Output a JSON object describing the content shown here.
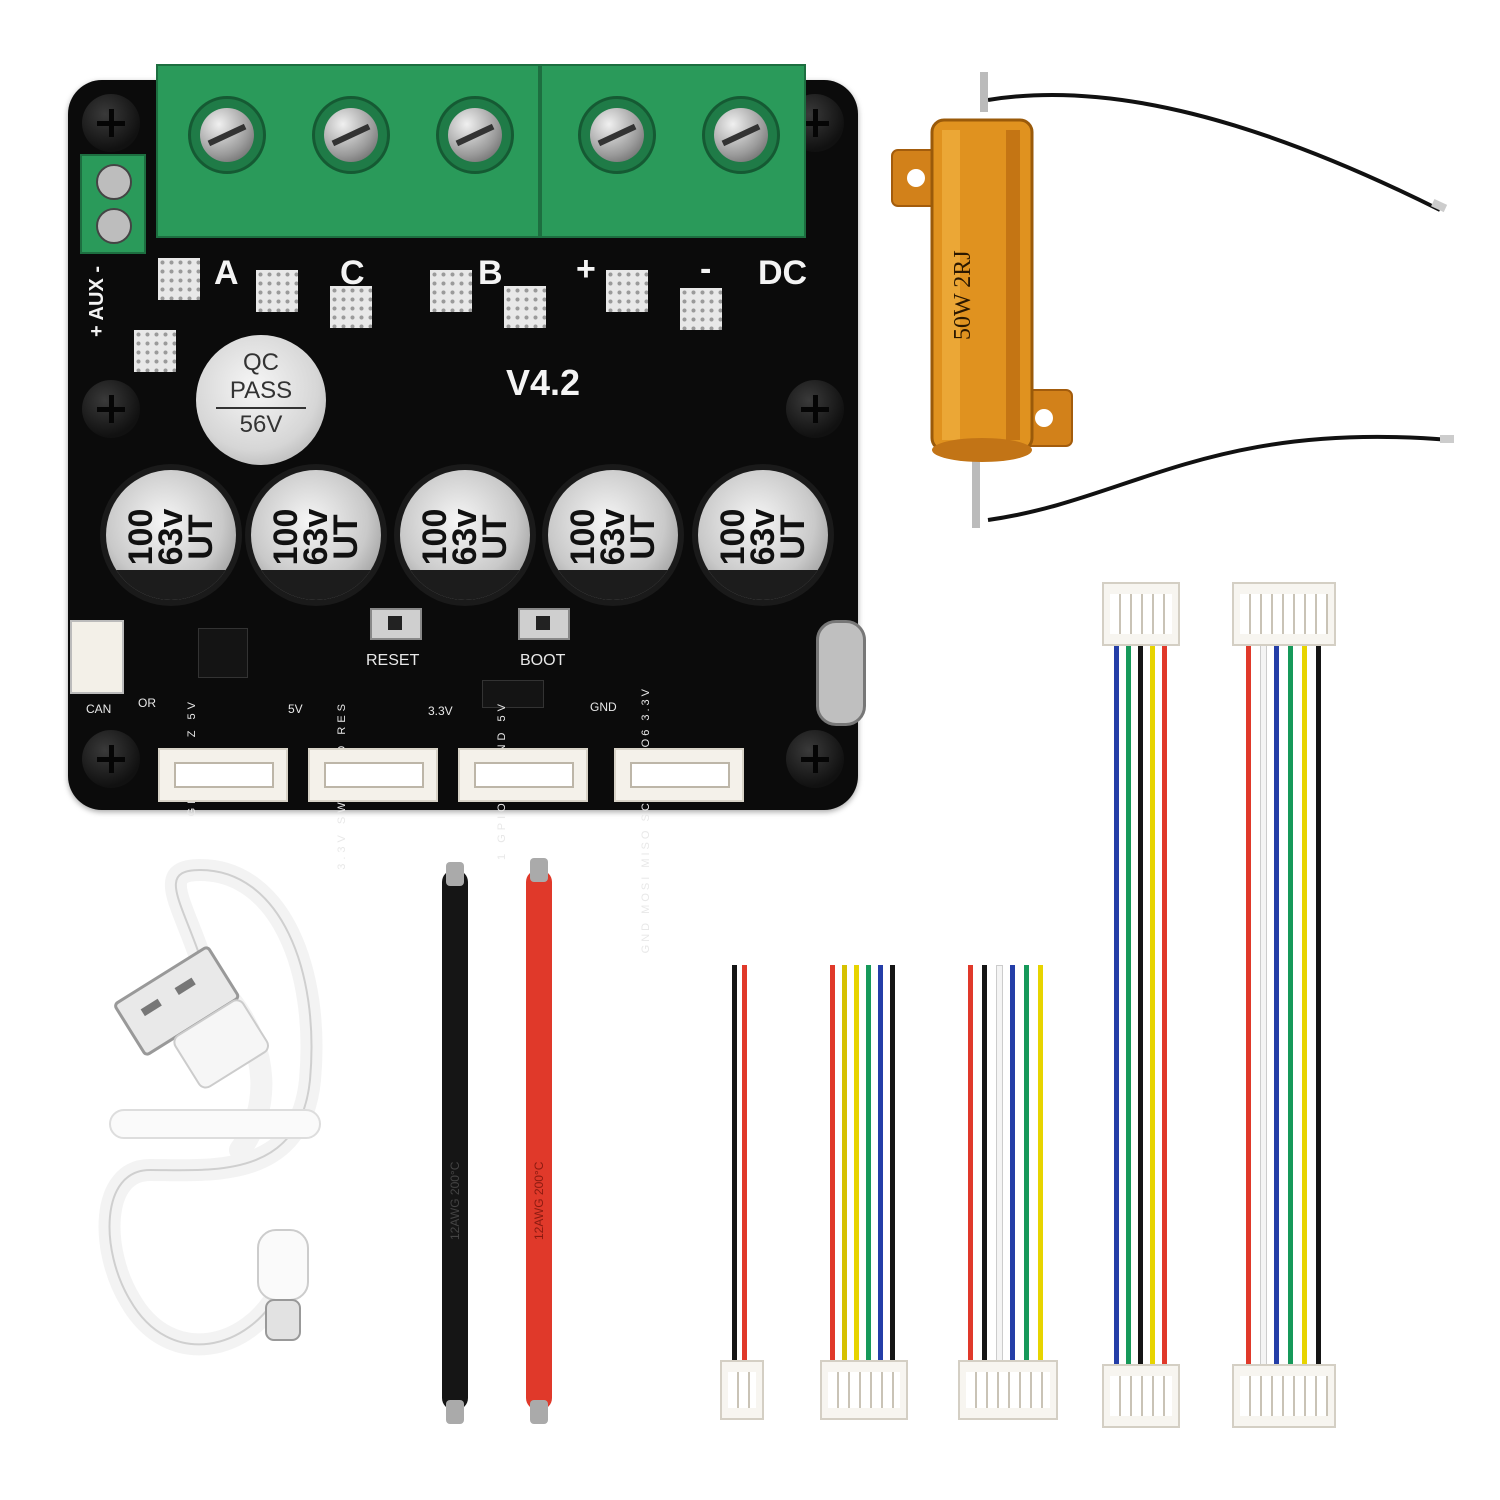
{
  "board": {
    "aux_label": "+ AUX -",
    "phase_a": "A",
    "phase_c": "C",
    "phase_b": "B",
    "plus": "+",
    "minus": "-",
    "dc": "DC",
    "version": "V4.2",
    "qc_line1": "QC",
    "qc_line2": "PASS",
    "qc_line3": "56V",
    "reset": "RESET",
    "boot": "BOOT",
    "can": "CAN",
    "or": "OR",
    "capacitor": {
      "l1": "100",
      "l2": "63v",
      "l3": "UT"
    },
    "header1": "GND A B Z 5V",
    "header2": "3.3V SWC SWD RES",
    "header3": "1 GPIO 34 GND 5V",
    "header4": "GND MOSI MISO SCK CS_IO6 3.3V",
    "label_5v": "5V",
    "label_33v": "3.3V",
    "label_gnd": "GND"
  },
  "resistor": {
    "marking": "50W 2RJ"
  },
  "silicone_wire": {
    "text": "12AWG 200°C"
  },
  "colors": {
    "pcb": "#0b0b0b",
    "terminal_green": "#2a9a5a",
    "resistor_gold": "#d98a1e",
    "wire_red": "#e0392a",
    "wire_black": "#151515"
  },
  "icons": [
    "usb-a-plug-icon",
    "usb-c-plug-icon",
    "screw-terminal-icon"
  ]
}
